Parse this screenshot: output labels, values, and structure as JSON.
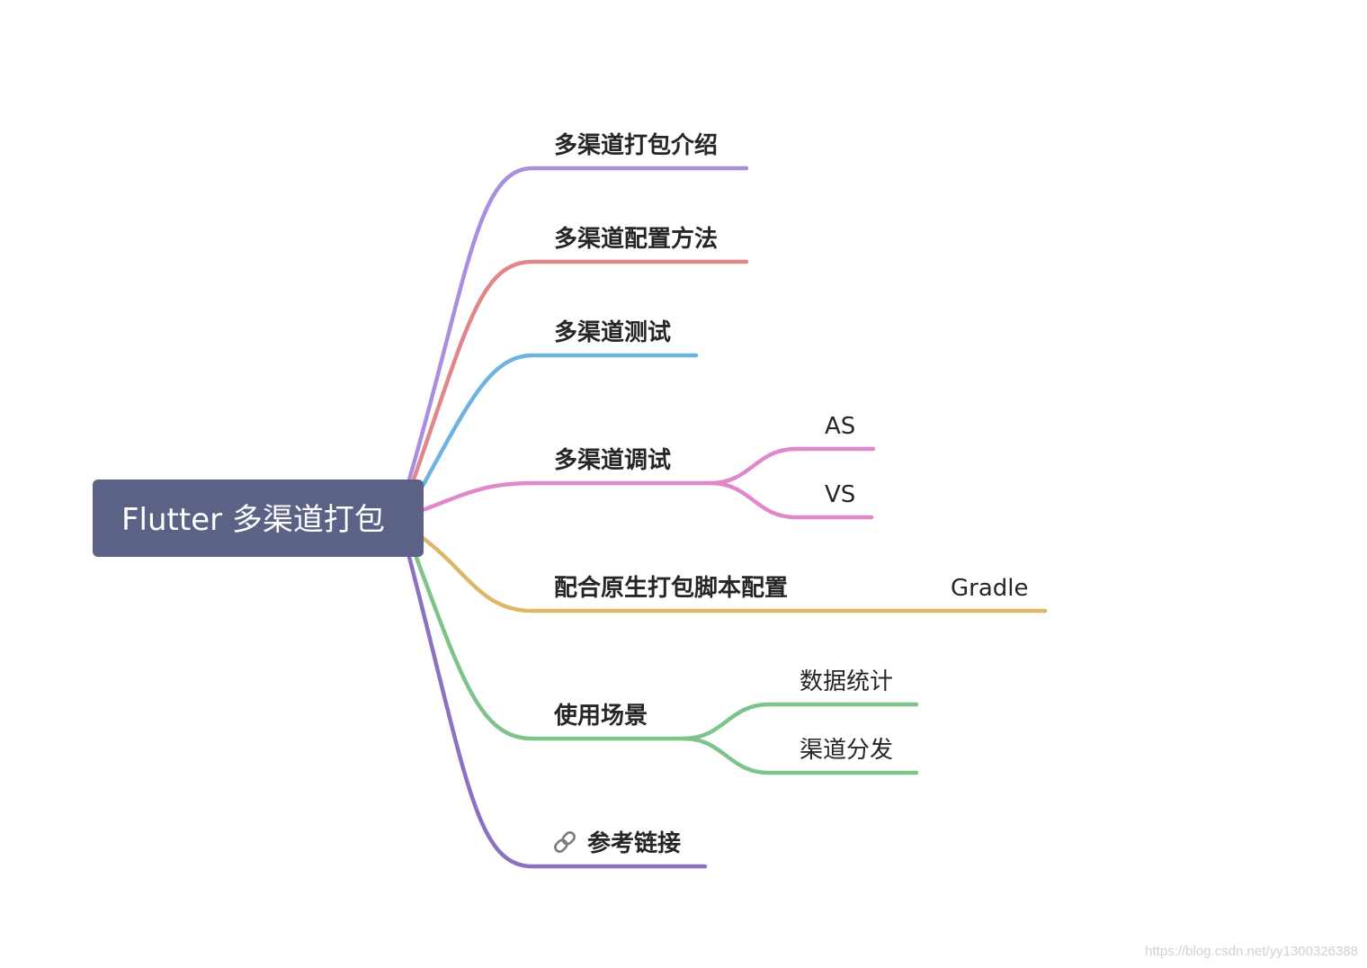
{
  "root": {
    "label": "Flutter 多渠道打包",
    "fill": "#5b6285"
  },
  "branches": [
    {
      "label": "多渠道打包介绍",
      "color": "#a98ee0",
      "icon": "",
      "children": []
    },
    {
      "label": "多渠道配置方法",
      "color": "#e0868a",
      "icon": "",
      "children": []
    },
    {
      "label": "多渠道测试",
      "color": "#6cb3e3",
      "icon": "",
      "children": []
    },
    {
      "label": "多渠道调试",
      "color": "#df89cc",
      "icon": "",
      "children": [
        "AS",
        "VS"
      ]
    },
    {
      "label": "配合原生打包脚本配置",
      "color": "#ddb765",
      "icon": "",
      "children": [
        "Gradle"
      ]
    },
    {
      "label": "使用场景",
      "color": "#7ec38a",
      "icon": "",
      "children": [
        "数据统计",
        "渠道分发"
      ]
    },
    {
      "label": "参考链接",
      "color": "#8a71c2",
      "icon": "link-icon",
      "children": []
    }
  ],
  "watermark": "https://blog.csdn.net/yy1300326388"
}
